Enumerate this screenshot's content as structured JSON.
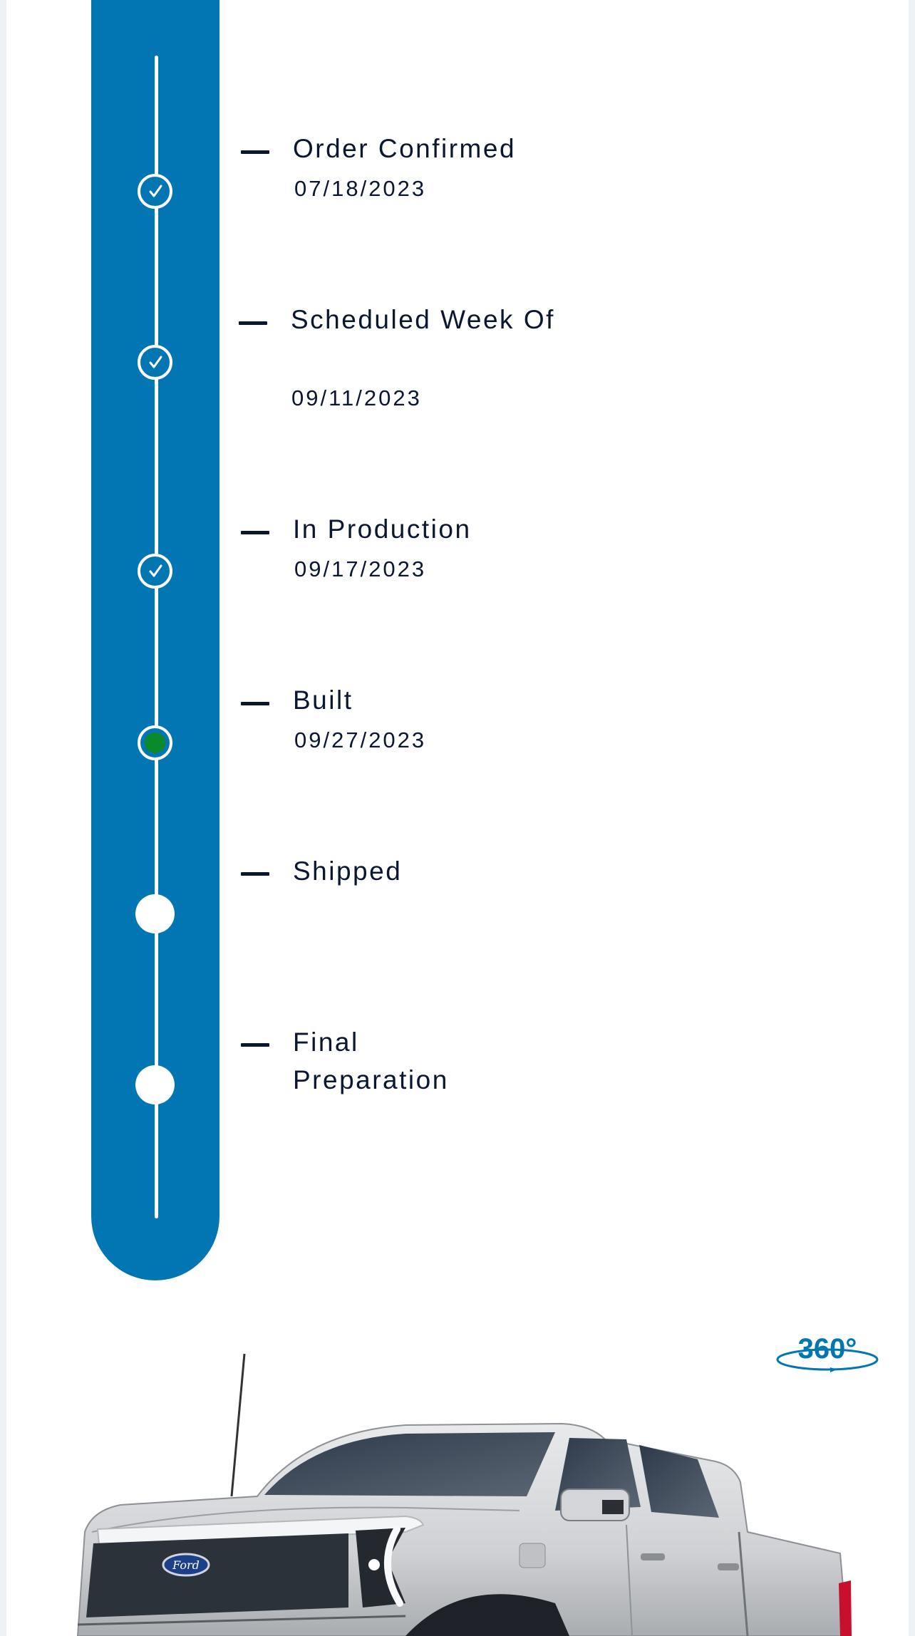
{
  "timeline": {
    "steps": [
      {
        "label": "Order Confirmed",
        "date": "07/18/2023",
        "status": "done"
      },
      {
        "label": "Scheduled Week Of",
        "date": "09/11/2023",
        "status": "done"
      },
      {
        "label": "In Production",
        "date": "09/17/2023",
        "status": "done"
      },
      {
        "label": "Built",
        "date": "09/27/2023",
        "status": "current"
      },
      {
        "label": "Shipped",
        "date": "",
        "status": "pending"
      },
      {
        "label": "Final Preparation",
        "date": "",
        "status": "pending"
      }
    ]
  },
  "vehicle": {
    "view_badge": "360°"
  },
  "colors": {
    "rail": "#0276b3",
    "current_dot": "#0a8a2a",
    "text": "#0b1730"
  },
  "icons": {
    "completed": "checkmark-icon",
    "view": "rotate-360-icon"
  }
}
